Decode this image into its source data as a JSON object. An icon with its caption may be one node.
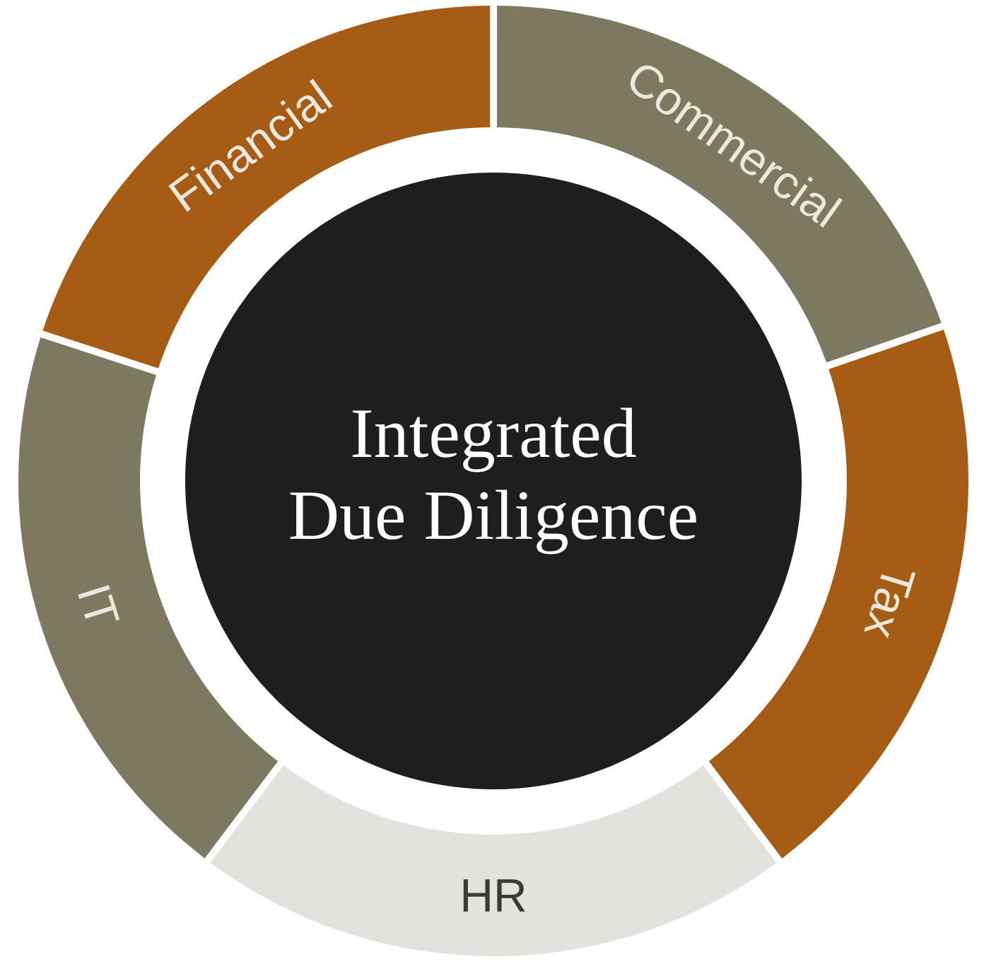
{
  "diagram": {
    "nodes": [
      {
        "text": [
          "Integrated Due Diligence"
        ]
      },
      {
        "text": [
          "Financial"
        ]
      },
      {
        "text": [
          "Commercial"
        ]
      },
      {
        "text": [
          "Tax"
        ]
      },
      {
        "text": [
          "HR"
        ]
      },
      {
        "text": [
          "IT"
        ]
      }
    ]
  }
}
